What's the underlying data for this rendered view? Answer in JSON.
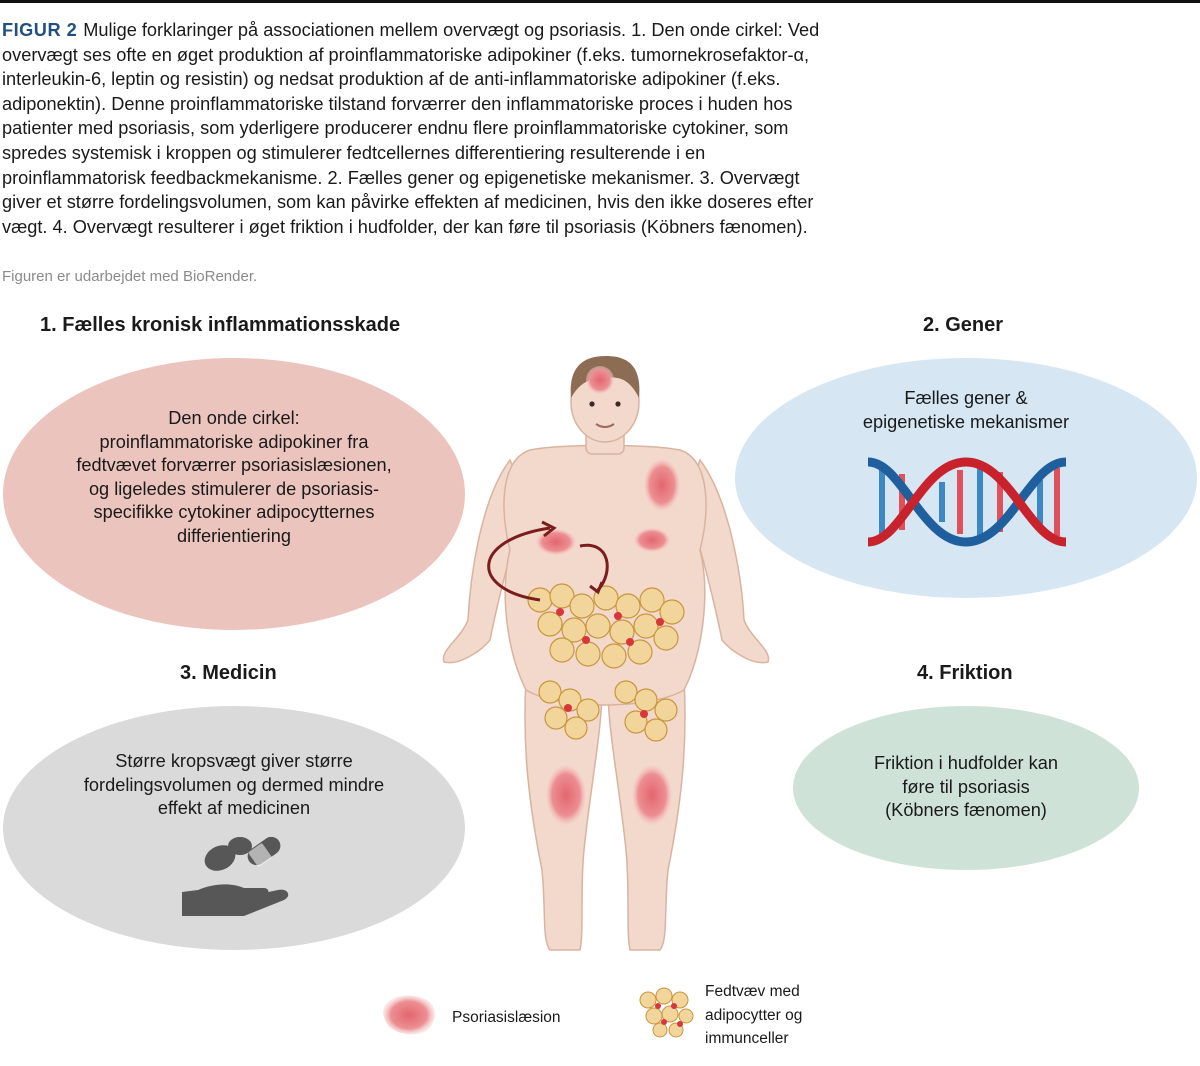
{
  "caption": {
    "label": "FIGUR 2",
    "text": "Mulige forklaringer på associationen mellem overvægt og psoriasis. 1. Den onde cirkel: Ved overvægt ses ofte en øget produktion af proinflammatoriske adipokiner (f.eks. tumornekrosefaktor-α, interleukin-6, leptin og resistin) og nedsat produktion af de anti-inflammatoriske adipokiner (f.eks. adiponektin). Denne proinflammatoriske tilstand forværrer den inflammatoriske proces i huden hos patienter med psoriasis, som yderligere producerer endnu flere proinflammatoriske cytokiner, som spredes systemisk i kroppen og stimulerer fedtcellernes differentiering resulterende i en proinflammatorisk feedbackmekanisme. 2. Fælles gener og epigenetiske mekanismer. 3. Overvægt giver et større fordelingsvolumen, som kan påvirke effekten af medicinen, hvis den ikke doseres efter vægt. 4. Overvægt resulterer i øget friktion i hudfolder, der kan føre til psoriasis (Köbners fænomen).",
    "credit": "Figuren er udarbejdet med BioRender."
  },
  "panels": {
    "p1": {
      "title": "1. Fælles kronisk inflammationsskade",
      "lines": [
        "Den onde cirkel:",
        "proinflammatoriske adipokiner fra",
        "fedtvævet forværrer psoriasislæsionen,",
        "og ligeledes stimulerer de psoriasis-",
        "specifikke cytokiner adipocytternes",
        "differientiering"
      ],
      "color": "#ebc4be"
    },
    "p2": {
      "title": "2. Gener",
      "lines": [
        "Fælles gener &",
        "epigenetiske mekanismer"
      ],
      "color": "#d6e6f3"
    },
    "p3": {
      "title": "3. Medicin",
      "lines": [
        "Større kropsvægt giver større",
        "fordelingsvolumen og dermed mindre",
        "effekt af medicinen"
      ],
      "color": "#dadada"
    },
    "p4": {
      "title": "4. Friktion",
      "lines": [
        "Friktion i hudfolder kan",
        "føre til psoriasis",
        "(Köbners fænomen)"
      ],
      "color": "#cfe2d7"
    }
  },
  "legend": {
    "lesion": "Psoriasislæsion",
    "fat_lines": [
      "Fedtvæv med",
      "adipocytter og",
      "immunceller"
    ]
  },
  "icons": {
    "dna": "dna-helix-icon",
    "medicine": "pills-in-hand-icon",
    "body": "human-body-illustration",
    "lesion": "psoriasis-lesion-icon",
    "fat": "adipose-tissue-icon"
  }
}
